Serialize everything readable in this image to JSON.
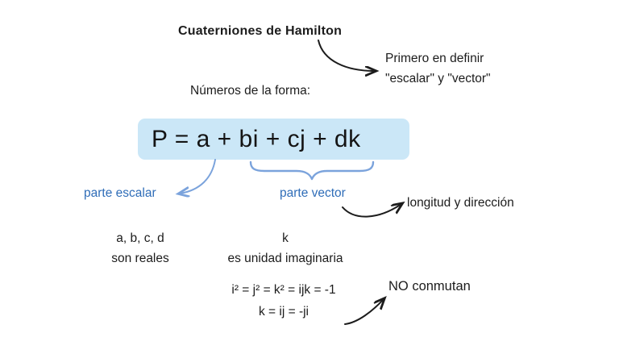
{
  "colors": {
    "ink": "#1c1c1c",
    "accent_blue": "#2f6db8",
    "accent_blue_light": "#7ba3dc",
    "highlight": "#cbe7f7"
  },
  "title": "Cuaterniones de Hamilton",
  "annotation_right": {
    "line1": "Primero en definir",
    "line2": "\"escalar\" y \"vector\""
  },
  "intro": "Números de la forma:",
  "formula": "P = a + bi + cj + dk",
  "labels": {
    "scalar": "parte escalar",
    "vector": "parte vector",
    "direction": "longitud y dirección",
    "no_conmutan": "NO conmutan"
  },
  "notes": {
    "abcd_line1": "a, b, c, d",
    "abcd_line2": "son reales",
    "k_line1": "k",
    "k_line2": "es unidad imaginaria"
  },
  "equations": {
    "eq1": "i² = j² = k² = ijk = -1",
    "eq2": "k = ij = -ji"
  }
}
